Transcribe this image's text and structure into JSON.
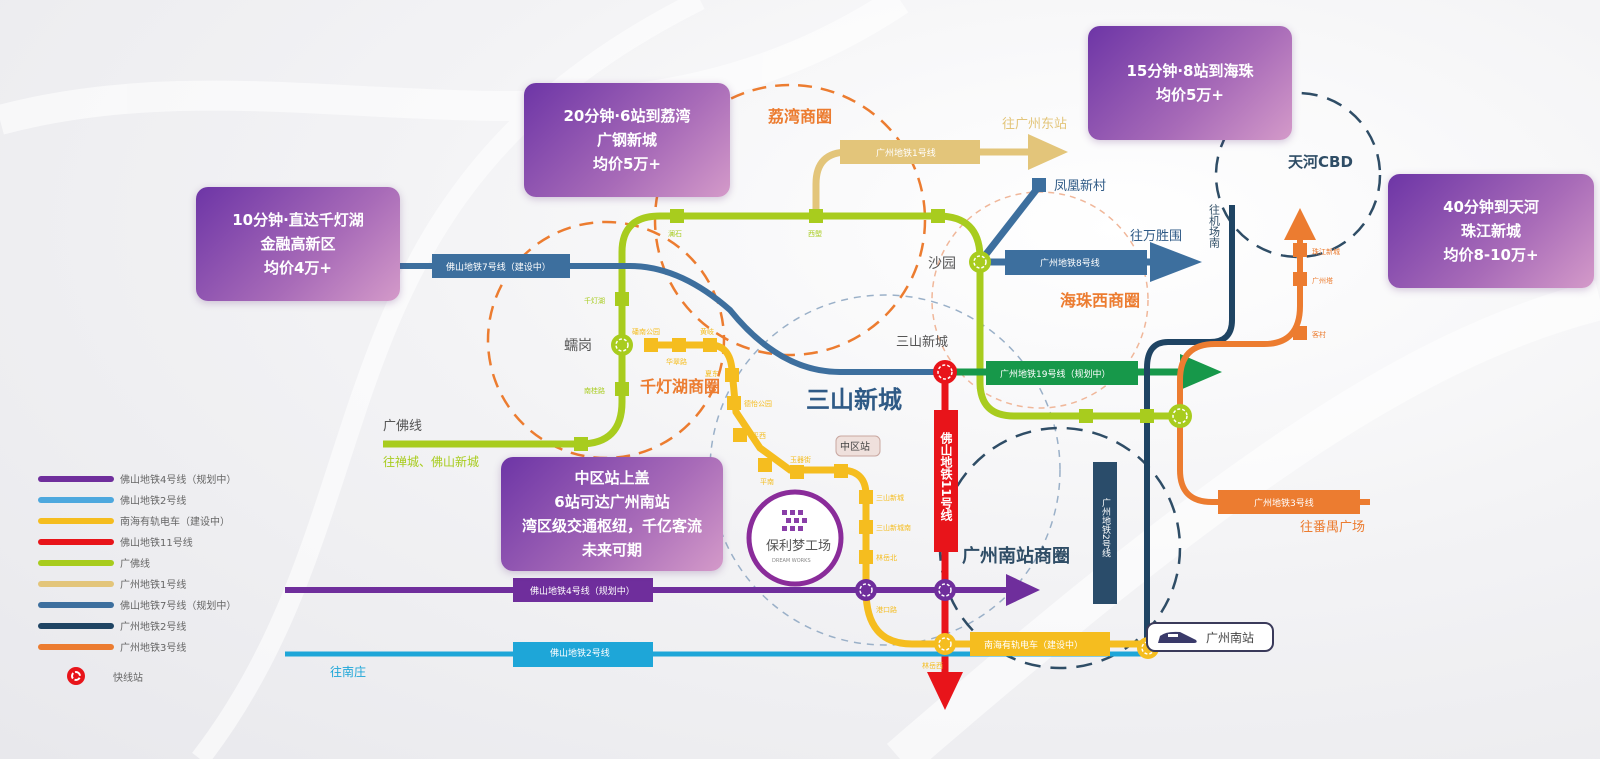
{
  "cards": {
    "qiandenghu": [
      "10分钟·直达千灯湖",
      "金融高新区",
      "均价4万+"
    ],
    "liwan": [
      "20分钟·6站到荔湾",
      "广钢新城",
      "均价5万+"
    ],
    "haizhu": [
      "15分钟·8站到海珠",
      "均价5万+"
    ],
    "tianhe": [
      "40分钟到天河",
      "珠江新城",
      "均价8-10万+"
    ],
    "zhongqu": [
      "中区站上盖",
      "6站可达广州南站",
      "湾区级交通枢纽，千亿客流",
      "未来可期"
    ]
  },
  "districts": {
    "liwan": "荔湾商圈",
    "qiandenghu": "千灯湖商圈",
    "haizhuxi": "海珠西商圈",
    "gznanzhan": "广州南站商圈",
    "tianhe": "天河CBD",
    "sanshan": "三山新城"
  },
  "line_labels": {
    "fs7": "佛山地铁7号线（建设中）",
    "gz1": "广州地铁1号线",
    "gz8": "广州地铁8号线",
    "gz19": "广州地铁19号线（规划中）",
    "gz3": "广州地铁3号线",
    "fs11": "佛山地铁11号线",
    "gz2": "广州地铁2号线",
    "fs4": "佛山地铁4号线（规划中）",
    "fs2": "佛山地铁2号线",
    "tram": "南海有轨电车（建设中）",
    "guangfo": "广佛线"
  },
  "directions": {
    "gz_east": "往广州东站",
    "wanshengwei": "往万胜围",
    "airport_south": "往机场南",
    "panyu": "往番禺广场",
    "chancheng": "往禅城、佛山新城",
    "nanzhuang": "往南庄"
  },
  "stations": {
    "leigang": "蠕岗",
    "shayuan": "沙园",
    "sanshan_xincheng": "三山新城",
    "fenghuang": "凤凰新村",
    "zhongqu": "中区站",
    "qiandenghu": "千灯湖",
    "nanguilu": "南桂路",
    "lanshi": "澜石",
    "xilang": "西塱",
    "dengzhou": "磻南公园",
    "huaxia": "华翠路",
    "huangqi": "黄岐",
    "zhongdong": "夏东",
    "dongping": "德怡公园",
    "pingxi": "平西",
    "pingnan": "平南",
    "yujinjie": "玉器街",
    "sanshan_xc": "三山新城",
    "sanshan_xcn": "三山新城南",
    "linyuebei": "林岳北",
    "gangkoulu": "港口路",
    "linyuexi": "林岳西",
    "zhujiang": "珠江新城",
    "guangzhouta": "广州塔",
    "kecun": "客村",
    "gz_south": "广州南站"
  },
  "brand": {
    "name": "保利梦工场",
    "sub": "DREAM WORKS"
  },
  "legend": [
    {
      "label": "佛山地铁4号线（规划中）",
      "color": "#6f2e9c"
    },
    {
      "label": "佛山地铁2号线",
      "color": "#4da8de"
    },
    {
      "label": "南海有轨电车（建设中）",
      "color": "#f5bd1f"
    },
    {
      "label": "佛山地铁11号线",
      "color": "#e8141a"
    },
    {
      "label": "广佛线",
      "color": "#a8cc1e"
    },
    {
      "label": "广州地铁1号线",
      "color": "#e3c57a"
    },
    {
      "label": "佛山地铁7号线（规划中）",
      "color": "#3d6f9e"
    },
    {
      "label": "广州地铁2号线",
      "color": "#1f4463"
    },
    {
      "label": "广州地铁3号线",
      "color": "#ec7c30"
    }
  ],
  "legend_fast": "快线站",
  "colors": {
    "fs4": "#6f2e9c",
    "fs2": "#1ea6d8",
    "tram": "#f5bd1f",
    "fs11": "#e8141a",
    "guangfo": "#a8cc1e",
    "gz1": "#e3c57a",
    "fs7": "#3d6f9e",
    "gz8": "#3d6f9e",
    "gz2": "#1f4463",
    "gz3": "#ec7c30",
    "gz19": "#17984a",
    "district": "#ec7c30",
    "card": "#8a4db0"
  }
}
